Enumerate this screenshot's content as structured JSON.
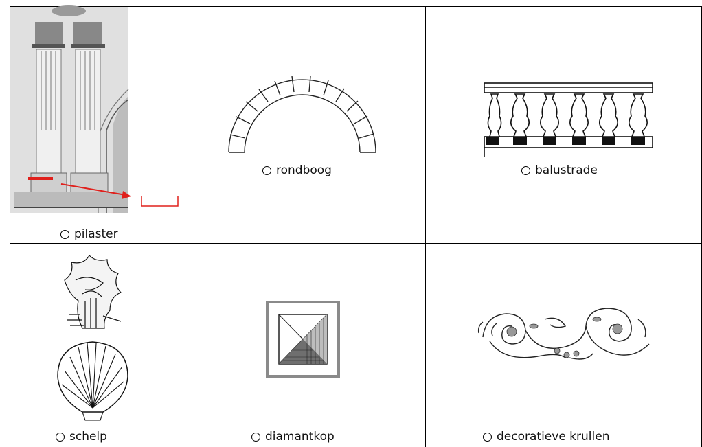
{
  "options": [
    {
      "label": "pilaster"
    },
    {
      "label": "rondboog"
    },
    {
      "label": "balustrade"
    },
    {
      "label": "schelp"
    },
    {
      "label": "diamantkop"
    },
    {
      "label": "decoratieve krullen"
    }
  ],
  "colors": {
    "line": "#000000",
    "annotation": "#e0201c",
    "frame": "#8a8a8a"
  },
  "icons": {
    "option": "radio-circle-icon"
  }
}
